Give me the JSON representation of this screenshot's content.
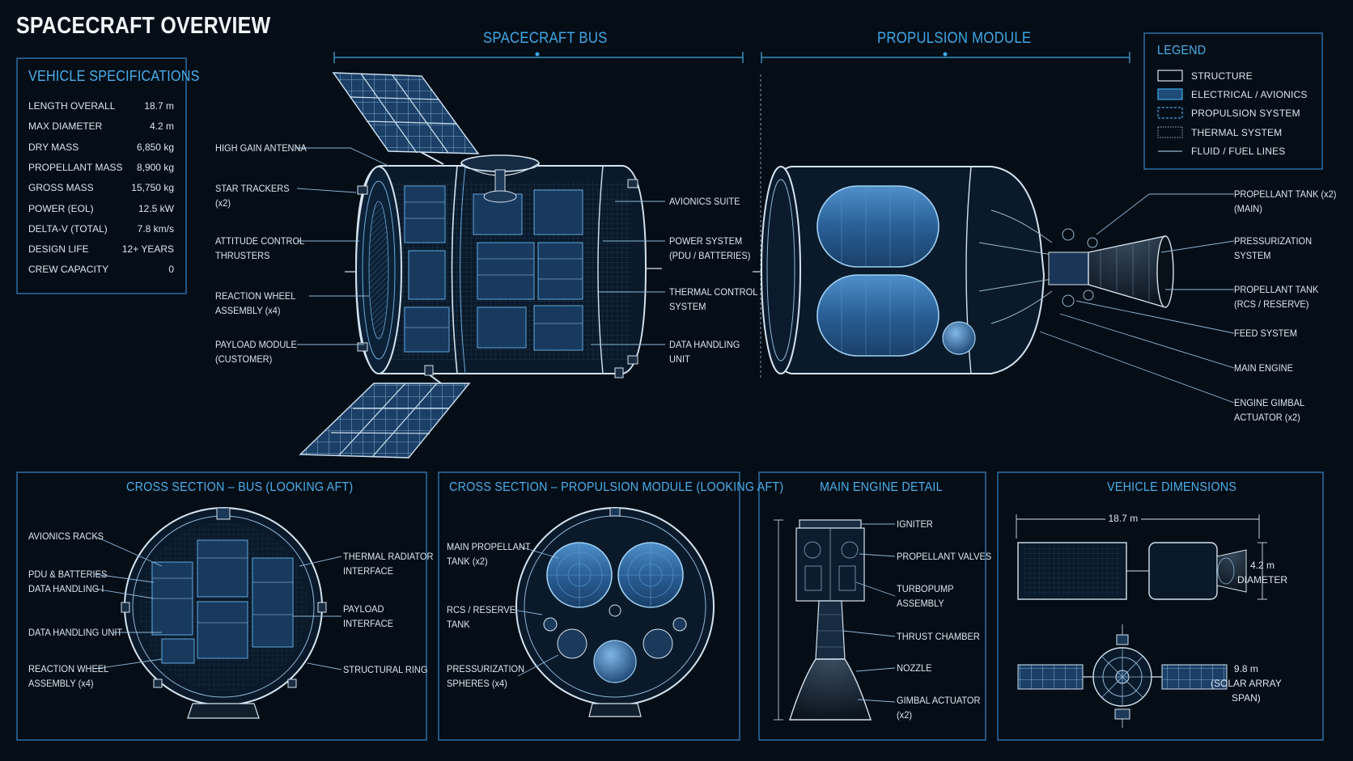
{
  "title": "SPACECRAFT OVERVIEW",
  "sections": {
    "bus": "SPACECRAFT BUS",
    "propulsion": "PROPULSION MODULE"
  },
  "specs": {
    "title": "VEHICLE SPECIFICATIONS",
    "rows": [
      {
        "label": "LENGTH OVERALL",
        "value": "18.7 m"
      },
      {
        "label": "MAX DIAMETER",
        "value": "4.2 m"
      },
      {
        "label": "DRY MASS",
        "value": "6,850 kg"
      },
      {
        "label": "PROPELLANT MASS",
        "value": "8,900 kg"
      },
      {
        "label": "GROSS MASS",
        "value": "15,750 kg"
      },
      {
        "label": "POWER (EOL)",
        "value": "12.5 kW"
      },
      {
        "label": "DELTA-V (TOTAL)",
        "value": "7.8 km/s"
      },
      {
        "label": "DESIGN LIFE",
        "value": "12+ YEARS"
      },
      {
        "label": "CREW CAPACITY",
        "value": "0"
      }
    ]
  },
  "legend": {
    "title": "LEGEND",
    "items": [
      "STRUCTURE",
      "ELECTRICAL / AVIONICS",
      "PROPULSION SYSTEM",
      "THERMAL SYSTEM",
      "FLUID / FUEL LINES"
    ]
  },
  "bus_labels_left": [
    "HIGH GAIN ANTENNA",
    "STAR TRACKERS\n(x2)",
    "ATTITUDE CONTROL\nTHRUSTERS",
    "REACTION WHEEL\nASSEMBLY (x4)",
    "PAYLOAD MODULE\n(CUSTOMER)"
  ],
  "bus_labels_right": [
    "AVIONICS SUITE",
    "POWER SYSTEM\n(PDU / BATTERIES)",
    "THERMAL CONTROL\nSYSTEM",
    "DATA HANDLING\nUNIT"
  ],
  "prop_labels": [
    "PROPELLANT TANK (x2)\n(MAIN)",
    "PRESSURIZATION\nSYSTEM",
    "PROPELLANT TANK\n(RCS / RESERVE)",
    "FEED SYSTEM",
    "MAIN ENGINE",
    "ENGINE GIMBAL\nACTUATOR (x2)"
  ],
  "panels": {
    "cs_bus": {
      "title": "CROSS SECTION – BUS (LOOKING AFT)",
      "left": [
        "AVIONICS RACKS",
        "PDU & BATTERIES",
        "DATA HANDLING I",
        "DATA HANDLING UNIT",
        "REACTION WHEEL\nASSEMBLY (x4)"
      ],
      "right": [
        "THERMAL RADIATOR\nINTERFACE",
        "PAYLOAD\nINTERFACE",
        "STRUCTURAL RING"
      ]
    },
    "cs_prop": {
      "title": "CROSS SECTION – PROPULSION MODULE (LOOKING AFT)",
      "left": [
        "MAIN PROPELLANT\nTANK (x2)",
        "RCS / RESERVE\nTANK",
        "PRESSURIZATION\nSPHERES (x4)"
      ]
    },
    "engine": {
      "title": "MAIN ENGINE DETAIL",
      "labels": [
        "IGNITER",
        "PROPELLANT VALVES",
        "TURBOPUMP\nASSEMBLY",
        "THRUST CHAMBER",
        "NOZZLE",
        "GIMBAL ACTUATOR\n(x2)"
      ]
    },
    "dims": {
      "title": "VEHICLE DIMENSIONS",
      "length": "18.7 m",
      "diameter": "4.2 m\nDIAMETER",
      "span": "9.8 m\n(SOLAR ARRAY\nSPAN)"
    }
  },
  "colors": {
    "background": "#050d16",
    "accent": "#3fa8e6",
    "line": "#cfe0ee",
    "blue_fill": "#2f6fa8"
  }
}
